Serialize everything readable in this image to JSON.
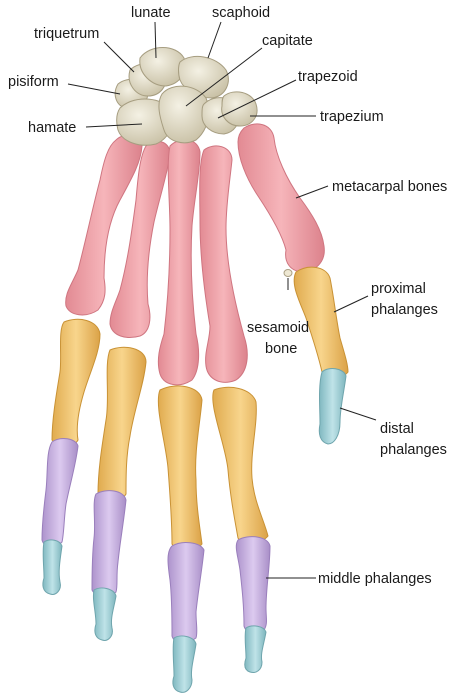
{
  "labels": {
    "lunate": "lunate",
    "scaphoid": "scaphoid",
    "triquetrum": "triquetrum",
    "capitate": "capitate",
    "pisiform": "pisiform",
    "trapezoid": "trapezoid",
    "hamate": "hamate",
    "trapezium": "trapezium",
    "metacarpal_bones": "metacarpal bones",
    "proximal_phalanges": [
      "proximal",
      "phalanges"
    ],
    "sesamoid_bone": [
      "sesamoid",
      "bone"
    ],
    "distal_phalanges": [
      "distal",
      "phalanges"
    ],
    "middle_phalanges": "middle phalanges"
  },
  "colors": {
    "carpal": "#e6e1cc",
    "carpal_shade": "#bdb49a",
    "metacarpal": "#f2a7ad",
    "metacarpal_shade": "#d97c86",
    "proximal": "#f5cb7a",
    "proximal_shade": "#d9a344",
    "middle": "#cdb8e3",
    "middle_shade": "#a58bc4",
    "distal": "#a9d6dc",
    "distal_shade": "#7bb3bb",
    "label_text": "#1a1a1a",
    "leader_line": "#222222"
  }
}
